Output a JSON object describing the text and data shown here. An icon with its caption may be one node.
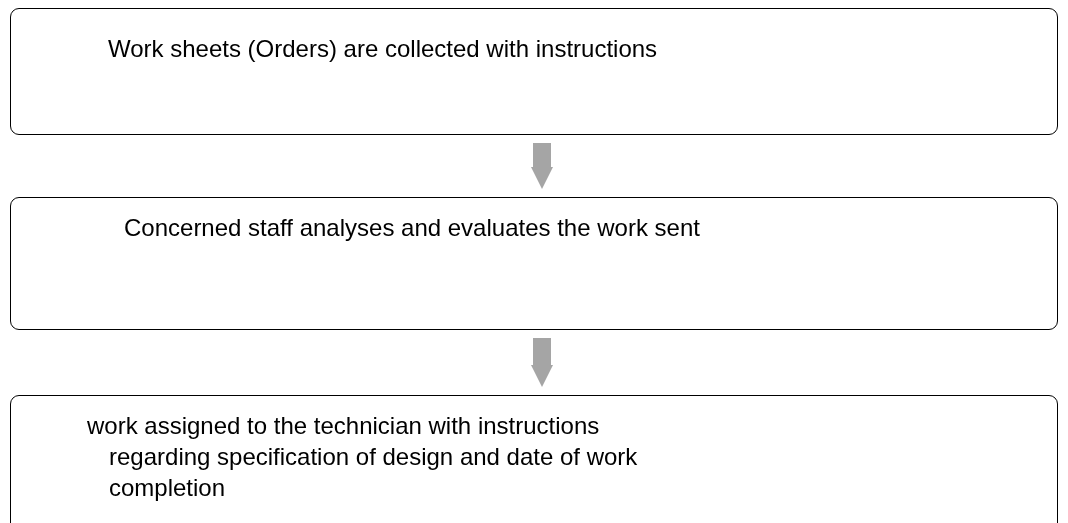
{
  "diagram": {
    "nodes": [
      {
        "text": [
          "Work sheets (Orders) are collected with instructions"
        ]
      },
      {
        "text": [
          "Concerned staff analyses and evaluates the work sent"
        ]
      },
      {
        "text": [
          "work assigned to the technician with instructions regarding specification of design and date of work completion"
        ]
      }
    ],
    "edges": [
      {
        "from": 0,
        "to": 1,
        "arrow": "to"
      },
      {
        "from": 1,
        "to": 2,
        "arrow": "to"
      }
    ]
  }
}
